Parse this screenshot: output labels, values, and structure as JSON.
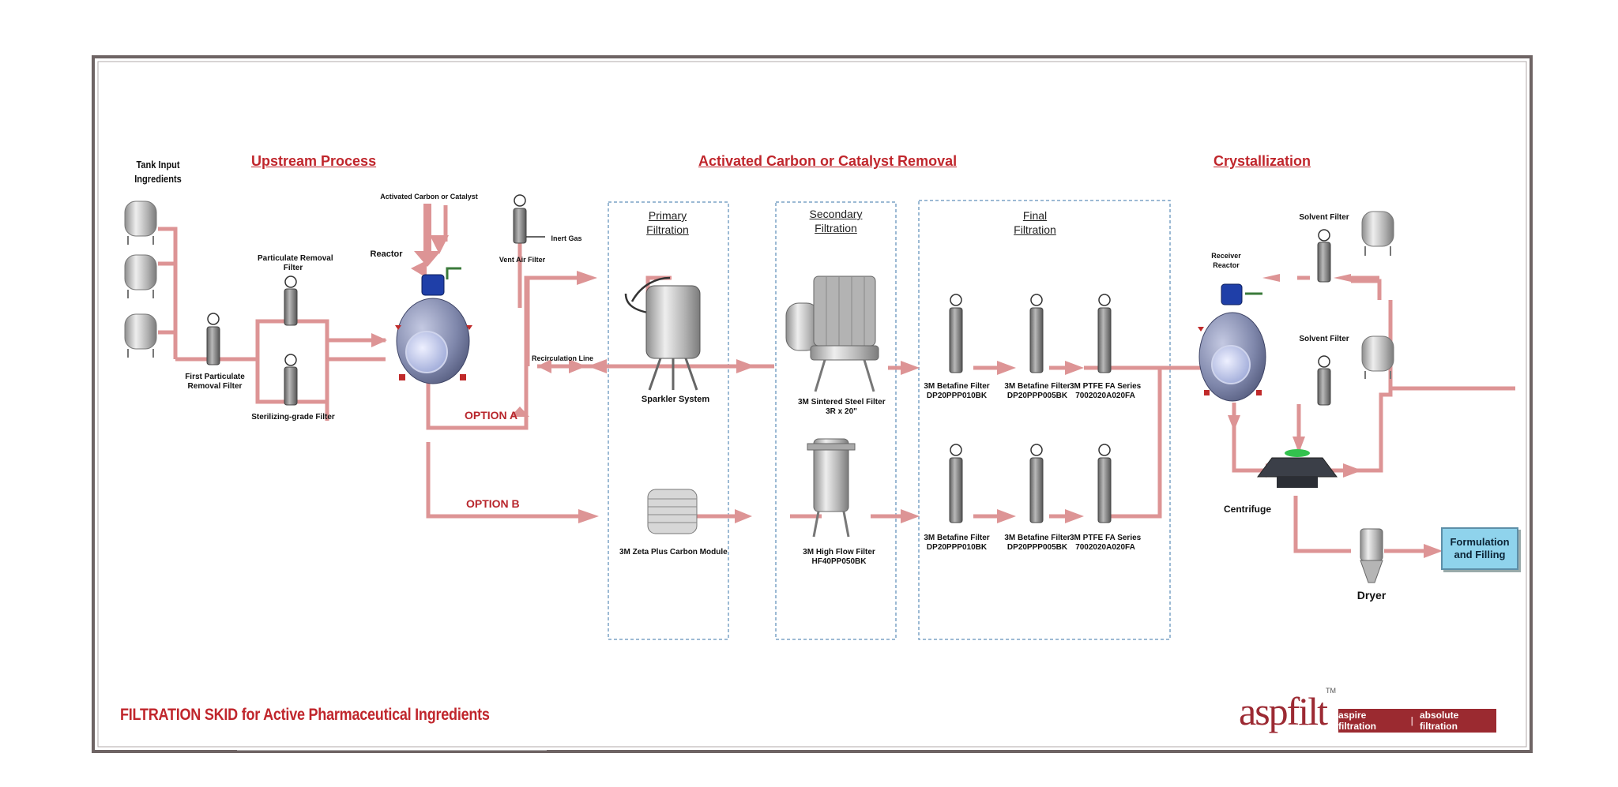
{
  "title": "FILTRATION SKID for Active Pharmaceutical Ingredients",
  "sections": {
    "upstream": "Upstream Process",
    "carbon_removal": "Activated Carbon or Catalyst Removal",
    "crystallization": "Crystallization"
  },
  "stages": {
    "primary": [
      "Primary",
      "Filtration"
    ],
    "secondary": [
      "Secondary",
      "Filtration"
    ],
    "final": [
      "Final",
      "Filtration"
    ]
  },
  "labels": {
    "tank_input": [
      "Tank Input",
      "Ingredients"
    ],
    "first_particulate": [
      "First Particulate",
      "Removal Filter"
    ],
    "particulate_removal": [
      "Particulate Removal",
      "Filter"
    ],
    "sterilizing": "Sterilizing-grade Filter",
    "activated_carbon": "Activated Carbon or Catalyst",
    "reactor": "Reactor",
    "vent_air": "Vent Air Filter",
    "inert_gas": "Inert Gas",
    "recirculation": "Recirculation Line",
    "option_a": "OPTION A",
    "option_b": "OPTION B",
    "sparkler": "Sparkler System",
    "zeta_plus": "3M Zeta Plus Carbon Module",
    "sintered": [
      "3M Sintered Steel Filter",
      "3R x 20\""
    ],
    "high_flow": [
      "3M High Flow Filter",
      "HF40PP050BK"
    ],
    "betafine_010_top": [
      "3M Betafine Filter",
      "DP20PPP010BK"
    ],
    "betafine_005_top": [
      "3M Betafine Filter",
      "DP20PPP005BK"
    ],
    "ptfe_top": [
      "3M PTFE FA Series",
      "7002020A020FA"
    ],
    "betafine_010_bot": [
      "3M Betafine Filter",
      "DP20PPP010BK"
    ],
    "betafine_005_bot": [
      "3M Betafine Filter",
      "DP20PPP005BK"
    ],
    "ptfe_bot": [
      "3M PTFE FA Series",
      "7002020A020FA"
    ],
    "receiver_reactor": [
      "Receiver",
      "Reactor"
    ],
    "solvent_filter_1": "Solvent Filter",
    "solvent_filter_2": "Solvent Filter",
    "centrifuge": "Centrifuge",
    "dryer": "Dryer",
    "formulation": [
      "Formulation",
      "and Filling"
    ]
  },
  "logo": {
    "word": "aspfilt",
    "tm": "TM",
    "tagline_left": "aspire filtration",
    "tagline_right": "absolute filtration"
  },
  "colors": {
    "pipe": "#dd9495",
    "heading": "#c0262c",
    "frame": "#6e6464",
    "stage_border": "#7ca3c6",
    "vessel": "#8189ab",
    "steel": "#c9c9c9",
    "blue_motor": "#1f3fa8",
    "formulation_box": "#8fd3ec"
  }
}
